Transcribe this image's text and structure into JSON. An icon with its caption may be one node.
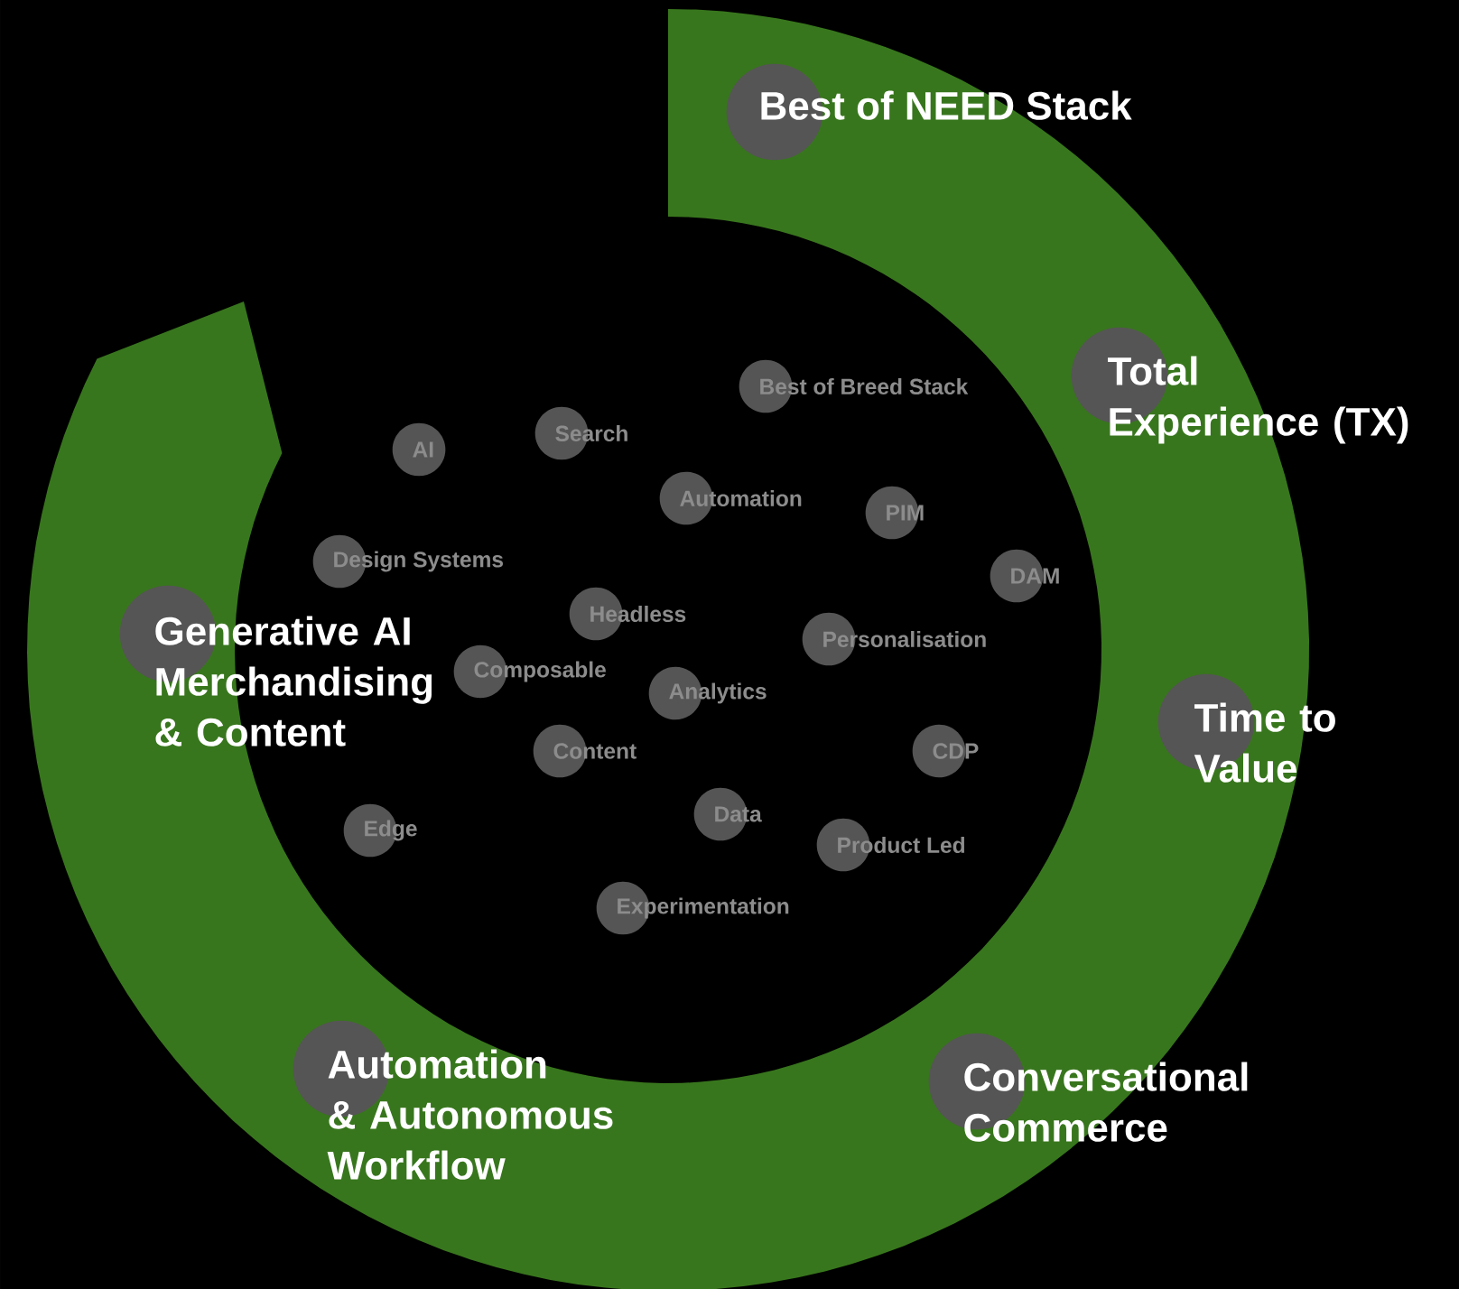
{
  "diagram": {
    "nodes": [
      {
        "text": [
          "Best of NEED Stack"
        ]
      },
      {
        "text": [
          "Total Experience (TX)"
        ]
      },
      {
        "text": [
          "Time to Value"
        ]
      },
      {
        "text": [
          "Conversational Commerce"
        ]
      },
      {
        "text": [
          "Automation & Autonomous Workflow"
        ]
      },
      {
        "text": [
          "Generative AI Merchandising & Content"
        ]
      },
      {
        "text": [
          "Best of Breed Stack"
        ]
      },
      {
        "text": [
          "Search"
        ]
      },
      {
        "text": [
          "AI"
        ]
      },
      {
        "text": [
          "Automation"
        ]
      },
      {
        "text": [
          "PIM"
        ]
      },
      {
        "text": [
          "Design Systems"
        ]
      },
      {
        "text": [
          "DAM"
        ]
      },
      {
        "text": [
          "Headless"
        ]
      },
      {
        "text": [
          "Personalisation"
        ]
      },
      {
        "text": [
          "Composable"
        ]
      },
      {
        "text": [
          "Analytics"
        ]
      },
      {
        "text": [
          "Content"
        ]
      },
      {
        "text": [
          "CDP"
        ]
      },
      {
        "text": [
          "Data"
        ]
      },
      {
        "text": [
          "Edge"
        ]
      },
      {
        "text": [
          "Product Led"
        ]
      },
      {
        "text": [
          "Experimentation"
        ]
      }
    ]
  }
}
